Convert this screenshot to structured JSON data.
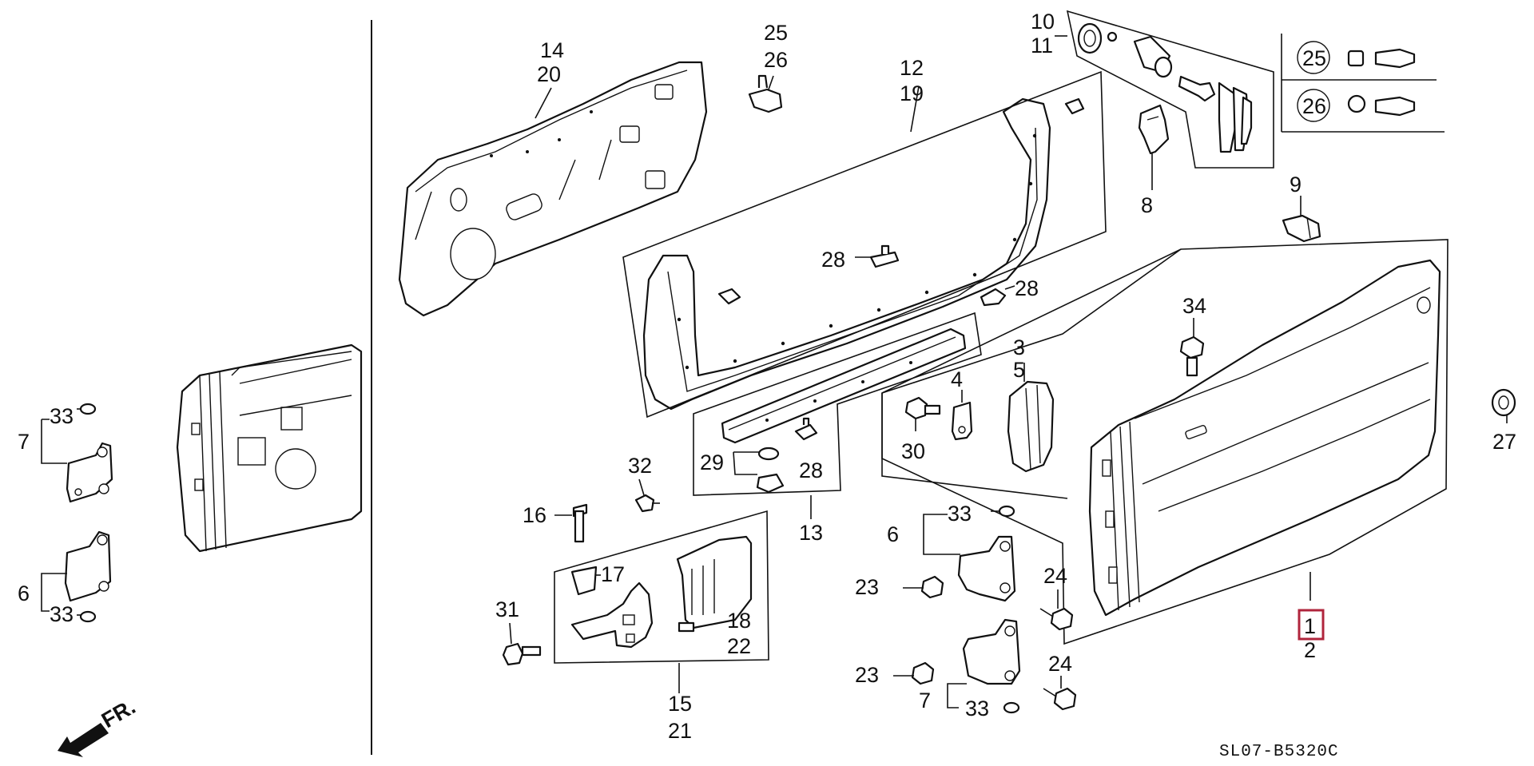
{
  "diagram": {
    "code": "SL07-B5320C",
    "front_marker": "FR.",
    "highlighted_callout": "1",
    "callouts": {
      "c1": "1",
      "c2": "2",
      "c3": "3",
      "c4": "4",
      "c5": "5",
      "c6a": "6",
      "c6b": "6",
      "c7a": "7",
      "c7b": "7",
      "c8": "8",
      "c9": "9",
      "c10": "10",
      "c11": "11",
      "c12": "12",
      "c13": "13",
      "c14": "14",
      "c15": "15",
      "c16": "16",
      "c17": "17",
      "c18": "18",
      "c19": "19",
      "c20": "20",
      "c21": "21",
      "c22": "22",
      "c23a": "23",
      "c23b": "23",
      "c24a": "24",
      "c24b": "24",
      "c25": "25",
      "c26": "26",
      "c27": "27",
      "c28a": "28",
      "c28b": "28",
      "c28c": "28",
      "c29": "29",
      "c30": "30",
      "c31": "31",
      "c32": "32",
      "c33a": "33",
      "c33b": "33",
      "c33c": "33",
      "c33d": "33",
      "c34": "34"
    },
    "legend": {
      "l25": "25",
      "l26": "26"
    }
  }
}
